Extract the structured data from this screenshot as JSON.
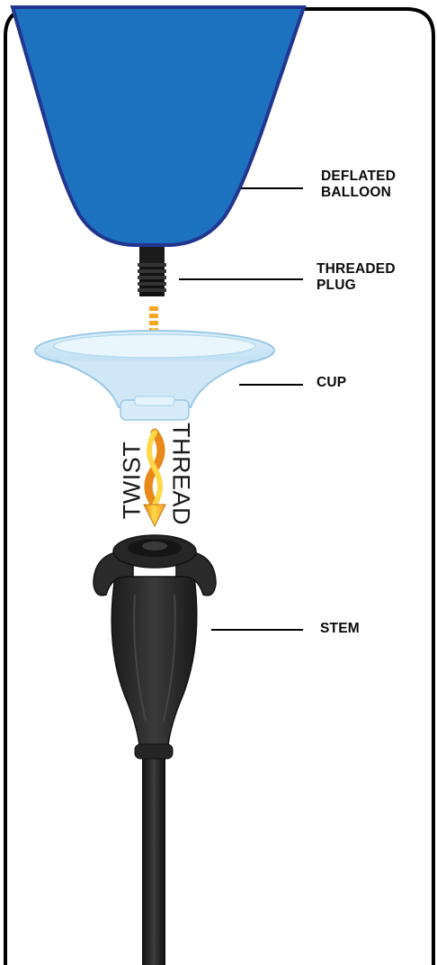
{
  "labels": {
    "balloon_line1": "DEFLATED",
    "balloon_line2": "BALLOON",
    "plug_line1": "THREADED",
    "plug_line2": "PLUG",
    "cup": "CUP",
    "stem": "STEM"
  },
  "instructions": {
    "twist": "TWIST",
    "thread": "THREAD"
  },
  "colors": {
    "balloon_fill": "#1d72bf",
    "balloon_outline": "#22368f",
    "arrow_fill": "#f5a623",
    "stem_fill": "#2b2b2b",
    "frame_stroke": "#000000"
  },
  "icons": {
    "balloon": "deflated-balloon-illustration",
    "plug": "threaded-plug-illustration",
    "cup": "balloon-cup-illustration",
    "stem": "balloon-stem-illustration",
    "arrow": "down-arrow-icon",
    "twist": "twist-arrow-icon"
  }
}
